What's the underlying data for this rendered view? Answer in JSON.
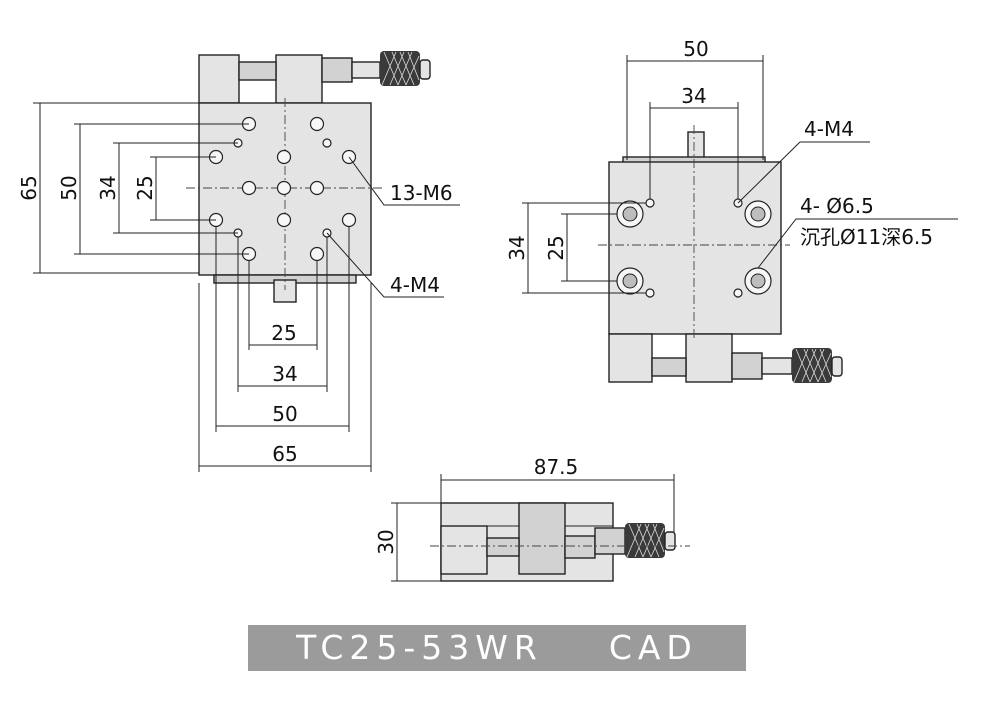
{
  "title": "TC25-53WR    CAD",
  "top_view": {
    "dims_vertical": [
      "65",
      "50",
      "34",
      "25"
    ],
    "dims_horizontal": [
      "25",
      "34",
      "50",
      "65"
    ],
    "callout_holes": "13-M6",
    "callout_tapped": "4-M4"
  },
  "side_view": {
    "dims_horizontal": [
      "50",
      "34"
    ],
    "dims_vertical": [
      "34",
      "25"
    ],
    "callout_tapped": "4-M4",
    "callout_counterbore_line1": "4- Ø6.5",
    "callout_counterbore_line2": "沉孔Ø11深6.5"
  },
  "front_view": {
    "dim_width": "87.5",
    "dim_height": "30"
  }
}
